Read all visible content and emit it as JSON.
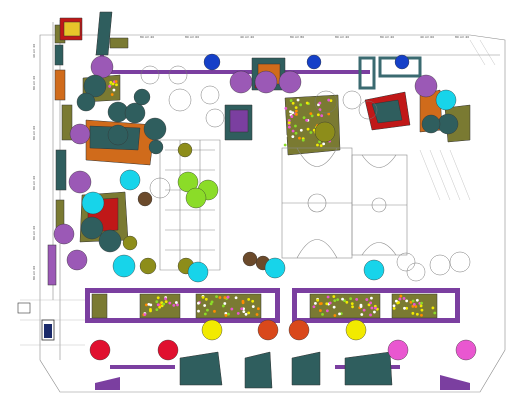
{
  "plan": {
    "street_labels": [
      "80 cm 40",
      "80 cm 60",
      "40 cm 40",
      "80 cm 80",
      "80 cm 40",
      "80 cm 40",
      "40 cm 60",
      "80 cm 40"
    ],
    "side_labels": [
      "80 cm 40",
      "80 cm 60",
      "80 cm 40",
      "80 cm 40",
      "40 cm 40",
      "80 cm 60"
    ],
    "palette": {
      "purple": "#7b3fa0",
      "violet_tree": "#9b59b6",
      "teal_tree": "#2f5e5e",
      "cyan_tree": "#17d4ea",
      "lime_tree": "#8bdc28",
      "olive_tree": "#8d8d1a",
      "yellow_tree": "#f2ea00",
      "orange_tree": "#d9481b",
      "red_tree": "#e0102f",
      "pink_tree": "#e957d0",
      "blue_tree": "#1540c8",
      "brown_tree": "#6b4a2b",
      "bed_olive": "#7a7a32",
      "bed_orange": "#d06b1b",
      "bed_red": "#c01818"
    },
    "icons": [
      "tree-canopy-icon",
      "planter-bed-icon",
      "sports-court-icon",
      "playground-icon"
    ]
  }
}
